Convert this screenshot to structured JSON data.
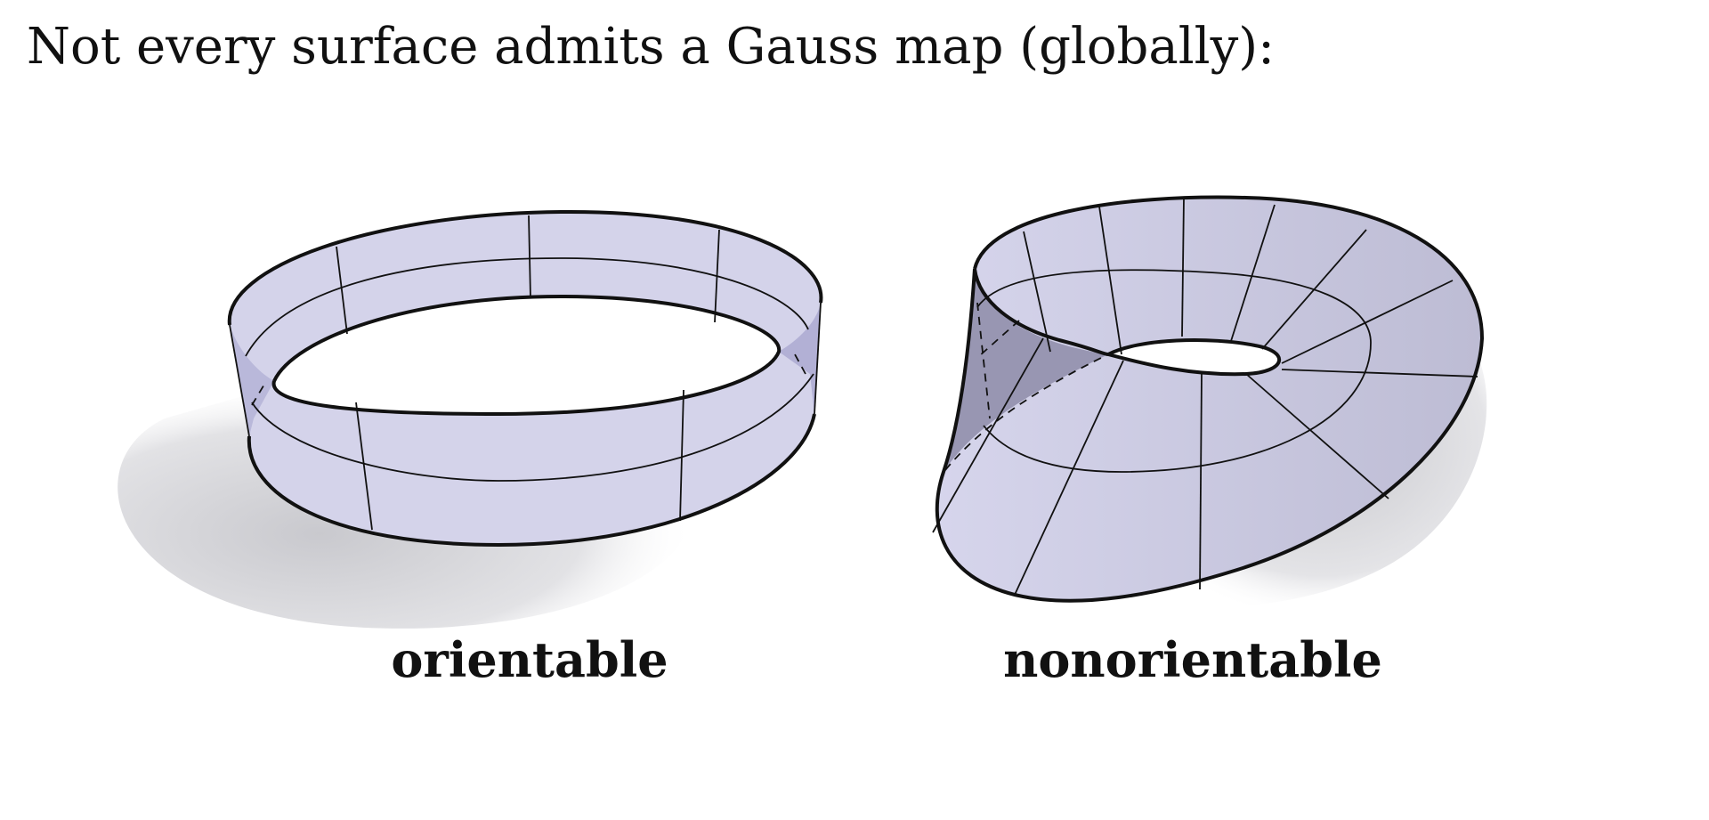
{
  "title": "Not every surface admits a Gauss map (globally):",
  "figures": [
    {
      "caption": "orientable",
      "depicts": "cylindrical band (annulus)"
    },
    {
      "caption": "nonorientable",
      "depicts": "Möbius band"
    }
  ],
  "colors": {
    "surface_fill": "#d4d3ea",
    "surface_dark": "#9a98b4",
    "surface_inner": "#b9b7da",
    "outline": "#111111",
    "shadow": "#cfcfd4",
    "background": "#ffffff"
  }
}
